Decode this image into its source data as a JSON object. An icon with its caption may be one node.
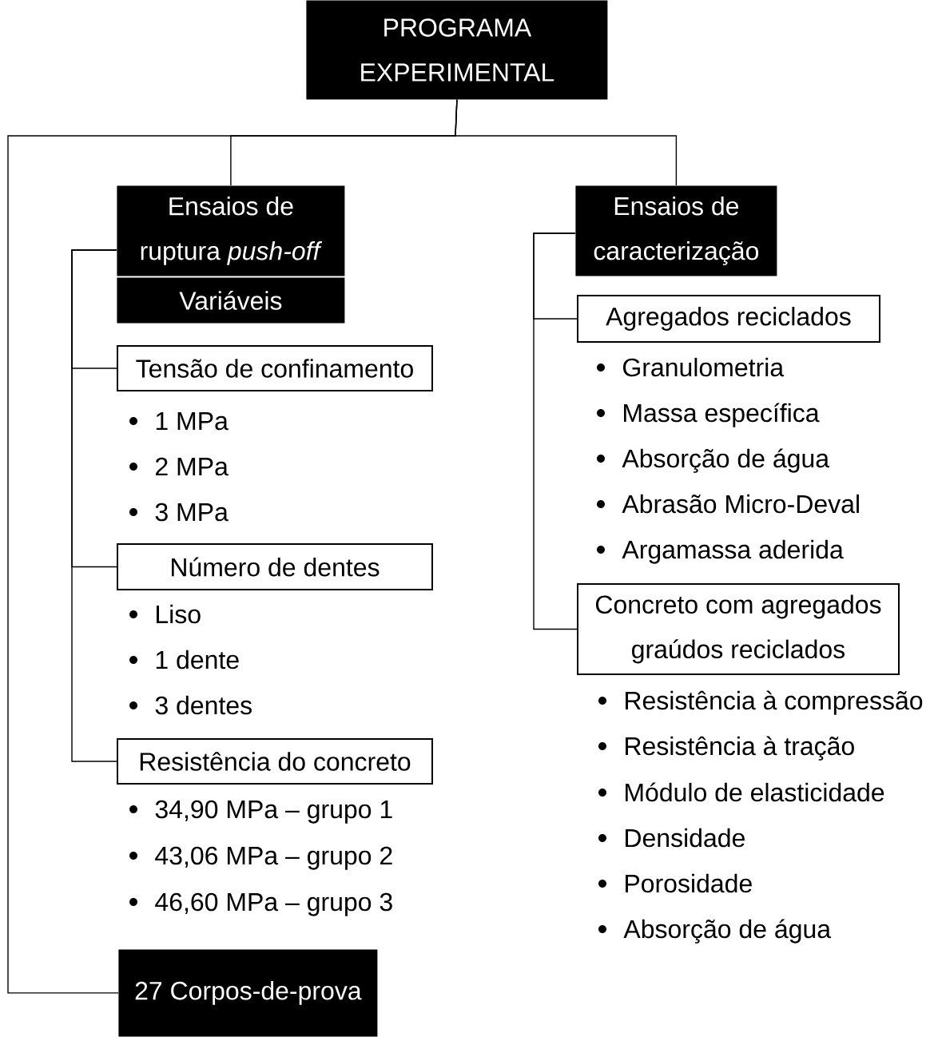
{
  "diagram": {
    "nodes": [
      {
        "text": [
          "PROGRAMA EXPERIMENTAL"
        ]
      },
      {
        "text": [
          "Ensaios de ruptura *push-off*"
        ]
      },
      {
        "text": [
          "Variáveis"
        ]
      },
      {
        "text": [
          "Tensão de confinamento"
        ],
        "beside": [
          "1 MPa",
          "2 MPa",
          "3 MPa"
        ]
      },
      {
        "text": [
          "Número de dentes"
        ],
        "beside": [
          "Liso",
          "1 dente",
          "3 dentes"
        ]
      },
      {
        "text": [
          "Resistência do concreto"
        ],
        "beside": [
          "34,90 MPa – grupo 1",
          "43,06 MPa – grupo 2",
          "46,60 MPa – grupo 3"
        ]
      },
      {
        "text": [
          "27 Corpos-de-prova"
        ]
      },
      {
        "text": [
          "Ensaios de caracterização"
        ]
      },
      {
        "text": [
          "Agregados reciclados"
        ],
        "beside": [
          "Granulometria",
          "Massa específica",
          "Absorção de água",
          "Abrasão Micro-Deval",
          "Argamassa aderida"
        ]
      },
      {
        "text": [
          "Concreto com agregados graúdos reciclados"
        ],
        "beside": [
          "Resistência à compressão",
          "Resistência à tração",
          "Módulo de elasticidade",
          "Densidade",
          "Porosidade",
          "Absorção de água"
        ]
      }
    ],
    "edges": [
      {
        "from": 0,
        "to": 1,
        "arrow": "none"
      },
      {
        "from": 0,
        "to": 7,
        "arrow": "none"
      },
      {
        "from": 0,
        "to": 6,
        "arrow": "none"
      },
      {
        "from": 1,
        "to": 3,
        "arrow": "none"
      },
      {
        "from": 1,
        "to": 4,
        "arrow": "none"
      },
      {
        "from": 1,
        "to": 5,
        "arrow": "none"
      },
      {
        "from": 7,
        "to": 8,
        "arrow": "none"
      },
      {
        "from": 7,
        "to": 9,
        "arrow": "none"
      }
    ]
  }
}
